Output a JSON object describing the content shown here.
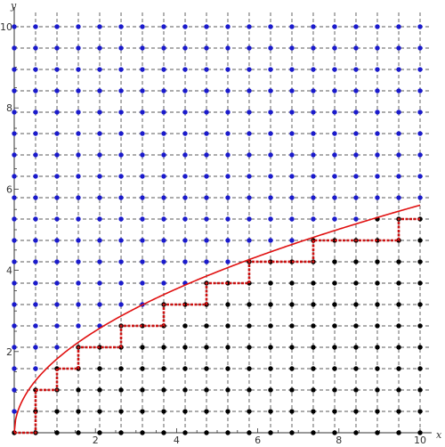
{
  "chart_data": {
    "type": "scatter",
    "xlabel": "x",
    "ylabel": "y",
    "xlim": [
      0,
      10
    ],
    "ylim": [
      0,
      10
    ],
    "x_ticks": [
      "2",
      "4",
      "6",
      "8",
      "10"
    ],
    "y_ticks": [
      "2",
      "4",
      "6",
      "8",
      "10"
    ],
    "grid": true,
    "lattice": {
      "x_values": [
        0,
        0.526,
        1.053,
        1.579,
        2.105,
        2.632,
        3.158,
        3.684,
        4.211,
        4.737,
        5.263,
        5.789,
        6.316,
        6.842,
        7.368,
        7.895,
        8.421,
        8.947,
        9.474,
        10
      ],
      "y_values": [
        0,
        0.526,
        1.053,
        1.579,
        2.105,
        2.632,
        3.158,
        3.684,
        4.211,
        4.737,
        5.263,
        5.789,
        6.316,
        6.842,
        7.368,
        7.895,
        8.421,
        8.947,
        9.474,
        10
      ],
      "below_curve_color": "#000000",
      "above_curve_color": "#1a1acc"
    },
    "series": [
      {
        "kind": "curve",
        "color": "#e01010",
        "x": [
          0,
          0.1,
          0.25,
          0.5,
          0.75,
          1,
          1.5,
          2,
          2.5,
          3,
          3.5,
          4,
          4.5,
          5,
          5.5,
          6,
          6.5,
          7,
          7.5,
          8,
          8.5,
          9,
          9.5,
          10
        ],
        "y": [
          0,
          0.55,
          0.88,
          1.26,
          1.55,
          1.79,
          2.19,
          2.53,
          2.83,
          3.1,
          3.35,
          3.58,
          3.8,
          4.0,
          4.2,
          4.38,
          4.56,
          4.73,
          4.9,
          5.06,
          5.22,
          5.37,
          5.52,
          5.66
        ]
      },
      {
        "kind": "staircase",
        "color": "#cc1111",
        "x": [
          0,
          0.526,
          0.526,
          1.053,
          1.053,
          1.579,
          1.579,
          2.632,
          2.632,
          3.684,
          3.684,
          4.737,
          4.737,
          5.789,
          5.789,
          7.368,
          7.368,
          9.474,
          9.474,
          10
        ],
        "y": [
          0,
          0,
          1.053,
          1.053,
          1.579,
          1.579,
          2.105,
          2.105,
          2.632,
          2.632,
          3.158,
          3.158,
          3.684,
          3.684,
          4.211,
          4.211,
          4.737,
          4.737,
          5.263,
          5.263
        ]
      }
    ]
  }
}
